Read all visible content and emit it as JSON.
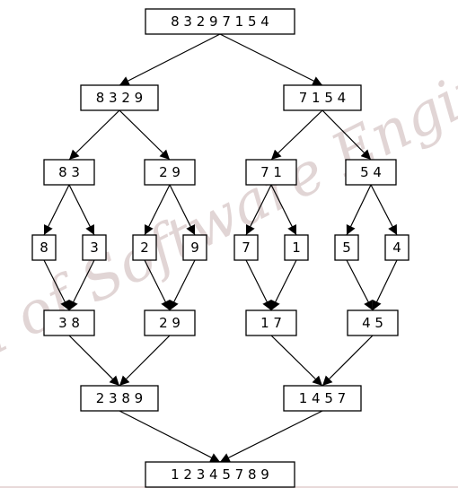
{
  "watermark": "l of Software Engine",
  "nodes": {
    "root": {
      "label": "8 3 2 9 7 1 5 4"
    },
    "l1a": {
      "label": "8 3 2 9"
    },
    "l1b": {
      "label": "7 1 5 4"
    },
    "l2a": {
      "label": "8 3"
    },
    "l2b": {
      "label": "2 9"
    },
    "l2c": {
      "label": "7 1"
    },
    "l2d": {
      "label": "5 4"
    },
    "l3a": {
      "label": "8"
    },
    "l3b": {
      "label": "3"
    },
    "l3c": {
      "label": "2"
    },
    "l3d": {
      "label": "9"
    },
    "l3e": {
      "label": "7"
    },
    "l3f": {
      "label": "1"
    },
    "l3g": {
      "label": "5"
    },
    "l3h": {
      "label": "4"
    },
    "m1a": {
      "label": "3 8"
    },
    "m1b": {
      "label": "2 9"
    },
    "m1c": {
      "label": "1 7"
    },
    "m1d": {
      "label": "4 5"
    },
    "m2a": {
      "label": "2 3 8 9"
    },
    "m2b": {
      "label": "1 4 5 7"
    },
    "result": {
      "label": "1 2 3 4 5 7 8 9"
    }
  },
  "edges": [
    [
      "root",
      "l1a"
    ],
    [
      "root",
      "l1b"
    ],
    [
      "l1a",
      "l2a"
    ],
    [
      "l1a",
      "l2b"
    ],
    [
      "l1b",
      "l2c"
    ],
    [
      "l1b",
      "l2d"
    ],
    [
      "l2a",
      "l3a"
    ],
    [
      "l2a",
      "l3b"
    ],
    [
      "l2b",
      "l3c"
    ],
    [
      "l2b",
      "l3d"
    ],
    [
      "l2c",
      "l3e"
    ],
    [
      "l2c",
      "l3f"
    ],
    [
      "l2d",
      "l3g"
    ],
    [
      "l2d",
      "l3h"
    ],
    [
      "l3a",
      "m1a"
    ],
    [
      "l3b",
      "m1a"
    ],
    [
      "l3c",
      "m1b"
    ],
    [
      "l3d",
      "m1b"
    ],
    [
      "l3e",
      "m1c"
    ],
    [
      "l3f",
      "m1c"
    ],
    [
      "l3g",
      "m1d"
    ],
    [
      "l3h",
      "m1d"
    ],
    [
      "m1a",
      "m2a"
    ],
    [
      "m1b",
      "m2a"
    ],
    [
      "m1c",
      "m2b"
    ],
    [
      "m1d",
      "m2b"
    ],
    [
      "m2a",
      "result"
    ],
    [
      "m2b",
      "result"
    ]
  ]
}
